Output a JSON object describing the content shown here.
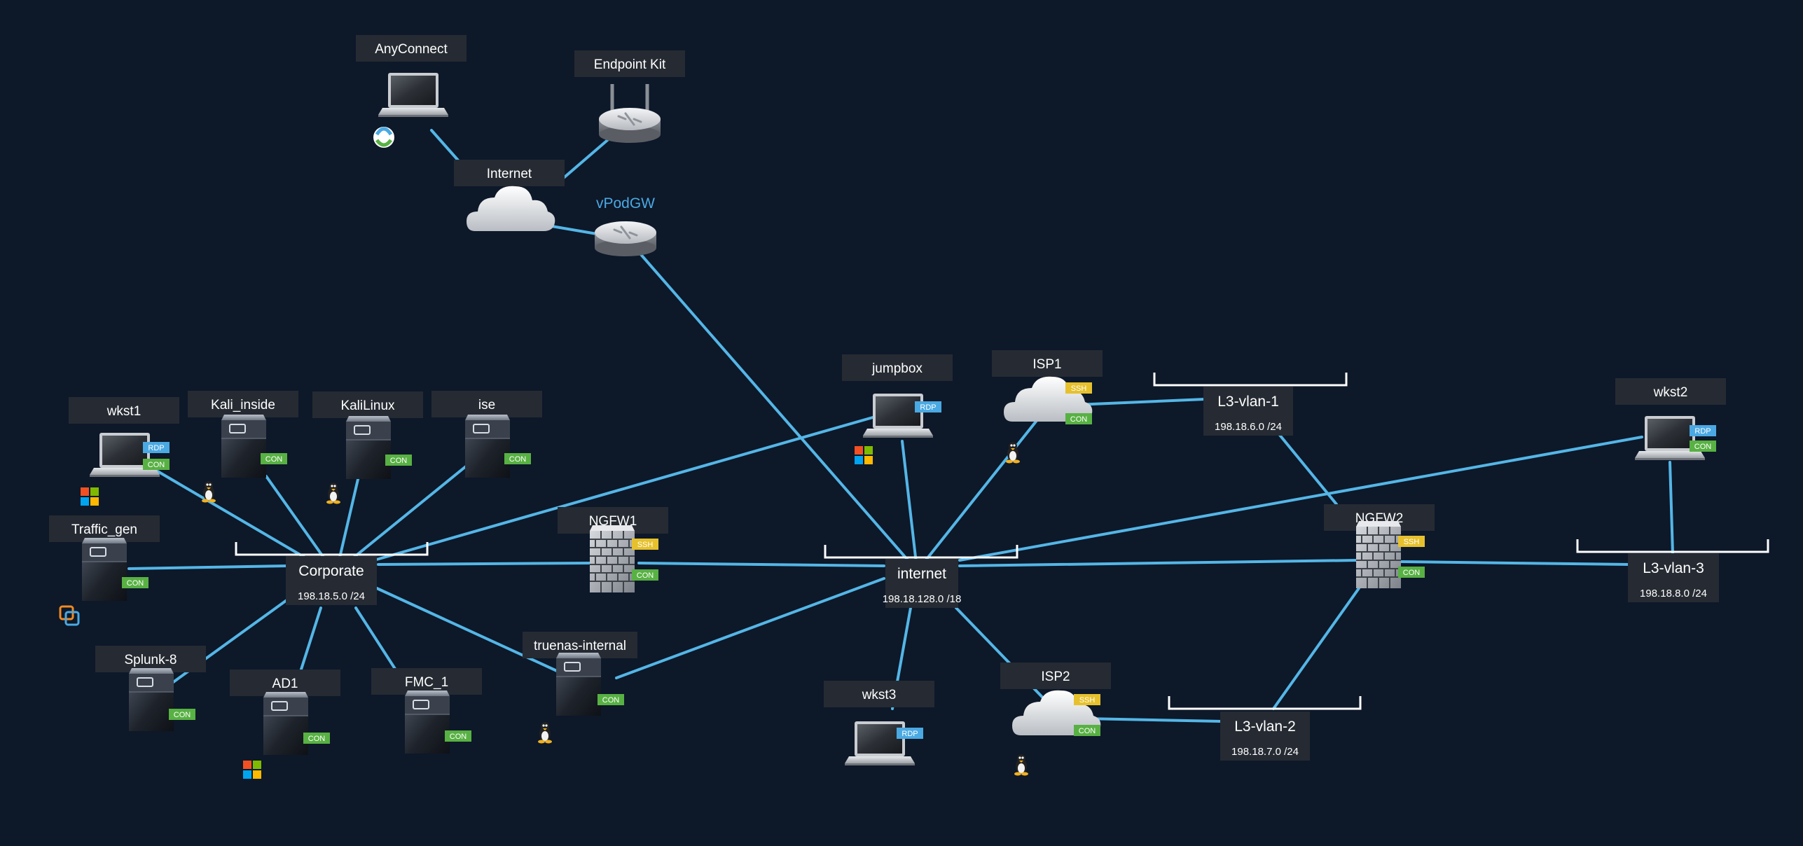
{
  "colors": {
    "background": "#0d1829",
    "link": "#54b6e6",
    "rdp": "#4aa9e3",
    "con": "#58b143",
    "ssh": "#e6c12d",
    "label_bg": "#262b33"
  },
  "top": {
    "anyconnect": "AnyConnect",
    "endpoint_kit": "Endpoint Kit",
    "internet_cloud": "Internet",
    "vpodgw": "vPodGW"
  },
  "nodes": {
    "wkst1": "wkst1",
    "kali_inside": "Kali_inside",
    "kalilinux": "KaliLinux",
    "ise": "ise",
    "traffic_gen": "Traffic_gen",
    "splunk": "Splunk-8",
    "ad1": "AD1",
    "fmc": "FMC_1",
    "truenas": "truenas-internal",
    "ngfw1": "NGFW1",
    "jumpbox": "jumpbox",
    "isp1": "ISP1",
    "isp2": "ISP2",
    "wkst3": "wkst3",
    "ngfw2": "NGFW2",
    "wkst2": "wkst2"
  },
  "networks": {
    "corporate": {
      "name": "Corporate",
      "subnet": "198.18.5.0 /24"
    },
    "internet": {
      "name": "internet",
      "subnet": "198.18.128.0 /18"
    },
    "vlan1": {
      "name": "L3-vlan-1",
      "subnet": "198.18.6.0 /24"
    },
    "vlan2": {
      "name": "L3-vlan-2",
      "subnet": "198.18.7.0 /24"
    },
    "vlan3": {
      "name": "L3-vlan-3",
      "subnet": "198.18.8.0 /24"
    }
  },
  "badges": {
    "rdp": "RDP",
    "con": "CON",
    "ssh": "SSH"
  },
  "icons": [
    "laptop-icon",
    "router-icon",
    "cloud-icon",
    "server-icon",
    "firewall-icon",
    "windows-icon",
    "linux-icon",
    "anyconnect-icon",
    "vm-icon"
  ]
}
